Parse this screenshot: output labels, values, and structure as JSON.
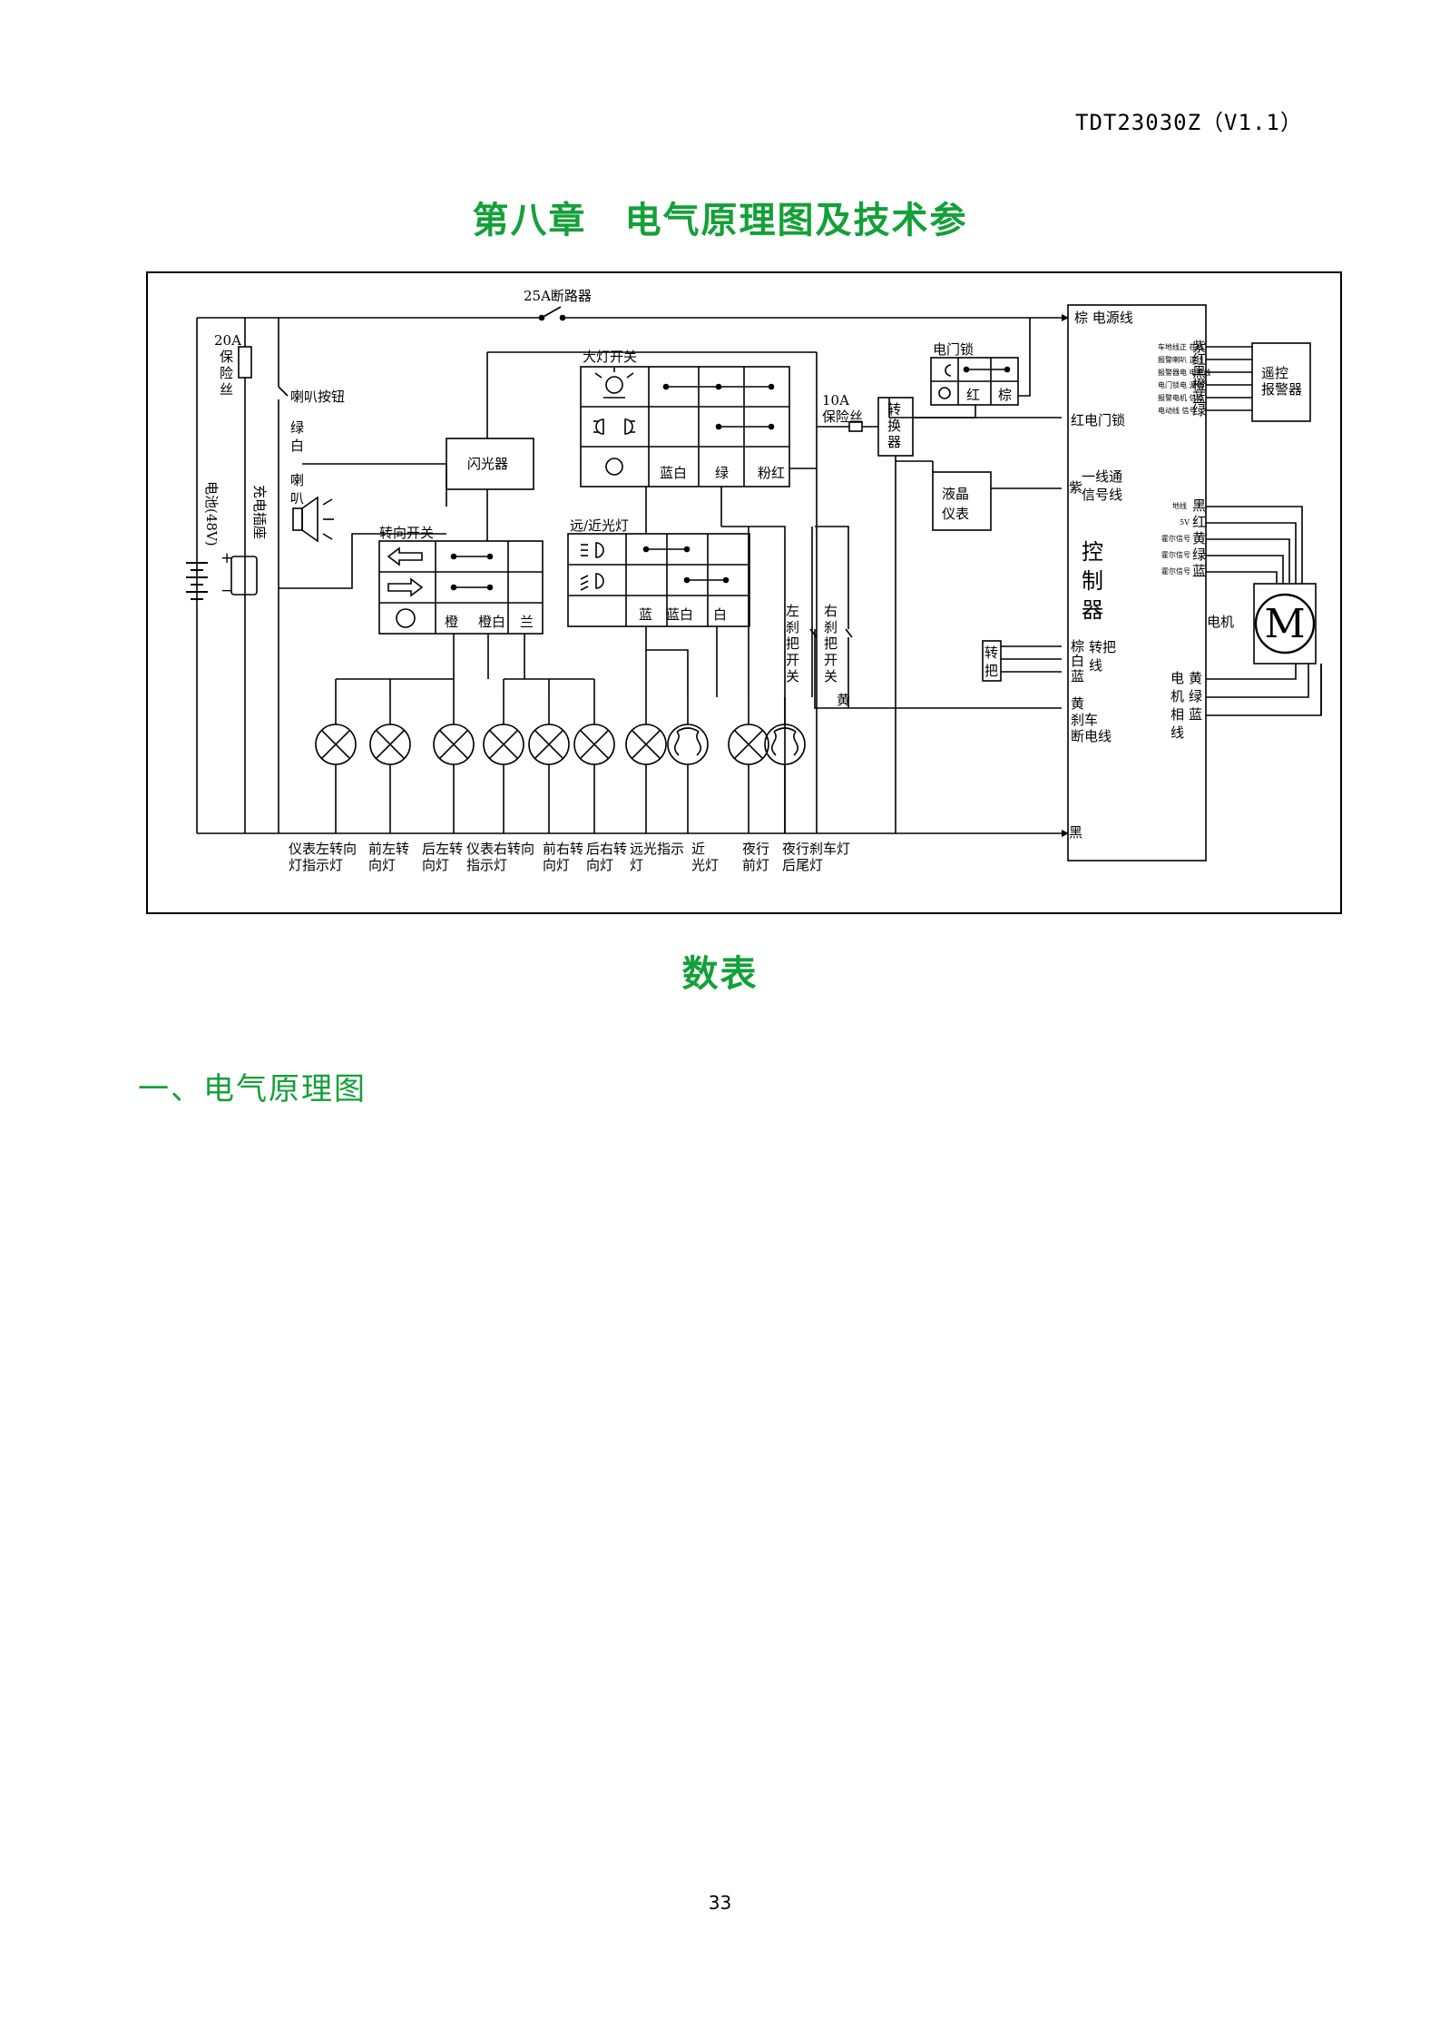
{
  "header": {
    "doc_id": "TDT23030Z（V1.1）"
  },
  "chapter": {
    "title_line1": "第八章　电气原理图及技术参",
    "title_line2": "数表"
  },
  "section": {
    "title": "一、电气原理图"
  },
  "footer": {
    "page_number": "33"
  },
  "schematic": {
    "breaker": "25A断路器",
    "fuse20a": [
      "20A",
      "保",
      "险",
      "丝"
    ],
    "horn_button": "喇叭按钮",
    "wire_green_white": [
      "绿",
      "白"
    ],
    "horn": [
      "喇",
      "叭"
    ],
    "battery": "电池(48V)",
    "charge_socket": "充电插座",
    "plus": "+",
    "minus": "−",
    "flasher": "闪光器",
    "turn_switch": "转向开关",
    "turn_colors": [
      "橙",
      "橙白",
      "兰"
    ],
    "headlight_switch": "大灯开关",
    "headlight_colors": [
      "蓝白",
      "绿",
      "粉红"
    ],
    "hi_lo_switch": "远/近光灯",
    "hi_lo_colors": [
      "蓝",
      "蓝白",
      "白"
    ],
    "door_lock": "电门锁",
    "door_lock_colors": [
      "红",
      "棕"
    ],
    "fuse10a": [
      "10A",
      "保险丝"
    ],
    "converter": [
      "转",
      "换",
      "器"
    ],
    "lcd_meter": [
      "液晶",
      "仪表"
    ],
    "left_brake": [
      "左",
      "刹",
      "把",
      "开",
      "关"
    ],
    "right_brake": [
      "右",
      "刹",
      "把",
      "开",
      "关"
    ],
    "brake_yellow": "黄",
    "throttle": [
      "转",
      "把"
    ],
    "controller": [
      "控",
      "制",
      "器"
    ],
    "ctrl_brown_power": "棕 电源线",
    "ctrl_red_lock": "红电门锁",
    "ctrl_purple": "紫",
    "ctrl_comm": [
      "一线通",
      "信号线"
    ],
    "ctrl_throttle_colors": [
      "棕",
      "白",
      "蓝"
    ],
    "ctrl_throttle_label": [
      "转把",
      "线"
    ],
    "ctrl_brake_yellow": "黄",
    "ctrl_brake_label": [
      "刹车",
      "断电线"
    ],
    "ctrl_black": "黑",
    "alarm_small": [
      "车地线正 在线",
      "报警喇叭 正线",
      "报警器电 电控线",
      "电门锁电 源线",
      "报警电机 信号",
      "电动线 信号"
    ],
    "alarm_colors": [
      "紫",
      "红",
      "黑",
      "橙",
      "蓝",
      "绿"
    ],
    "alarm_box": [
      "遥控",
      "报警器"
    ],
    "motor_small": [
      "地线",
      "5V",
      "霍尔信号",
      "霍尔信号",
      "霍尔信号"
    ],
    "motor_hall_colors": [
      "黑",
      "红",
      "黄",
      "绿",
      "蓝"
    ],
    "motor_label": "电机",
    "motor_symbol": "M",
    "motor_phase_label": [
      "电",
      "机",
      "相",
      "线"
    ],
    "motor_phase_colors": [
      "黄",
      "绿",
      "蓝"
    ],
    "lamp_labels": [
      [
        "仪表左转向",
        "灯指示灯"
      ],
      [
        "前左转",
        "向灯"
      ],
      [
        "后左转",
        "向灯"
      ],
      [
        "仪表右转向",
        "指示灯"
      ],
      [
        "前右转",
        "向灯"
      ],
      [
        "后右转",
        "向灯"
      ],
      [
        "远光指示",
        "灯"
      ],
      [
        "近",
        "光灯"
      ],
      [
        "夜行",
        "前灯"
      ],
      [
        "夜行刹车灯",
        "后尾灯"
      ]
    ]
  }
}
